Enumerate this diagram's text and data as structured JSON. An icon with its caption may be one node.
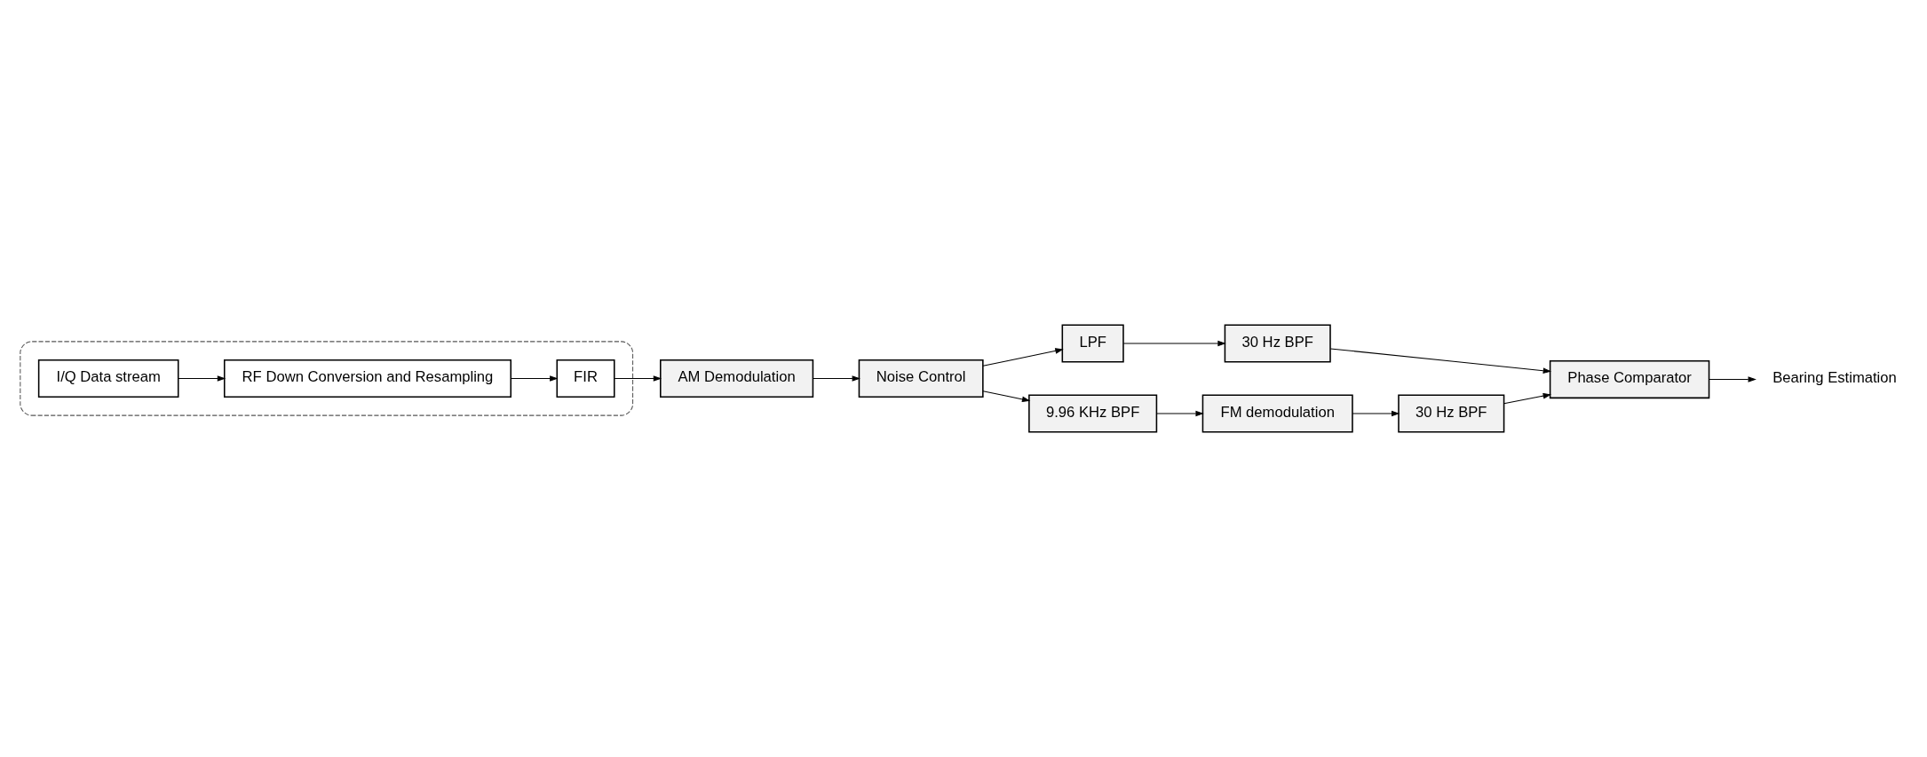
{
  "diagram": {
    "nodes": [
      {
        "text": [],
        "shape": "box"
      },
      {
        "text": [
          "I/Q Data stream"
        ],
        "in": 0
      },
      {
        "text": [
          "RF Down Conversion and Resampling"
        ],
        "in": 0
      },
      {
        "text": [
          "FIR"
        ],
        "in": 0
      },
      {
        "text": [
          "AM Demodulation"
        ]
      },
      {
        "text": [
          "Noise Control"
        ]
      },
      {
        "text": [
          "Bearing Estimation"
        ]
      },
      {
        "text": [
          "30 Hz BPF"
        ]
      },
      {
        "text": [
          "LPF"
        ]
      },
      {
        "text": [
          "Phase Comparator"
        ]
      },
      {
        "text": [
          "30 Hz BPF"
        ]
      },
      {
        "text": [
          "FM demodulation"
        ]
      },
      {
        "text": [
          "9.96 KHz BPF"
        ]
      }
    ],
    "edges": [
      {
        "from": 1,
        "to": 2,
        "arrow": "to"
      },
      {
        "from": 2,
        "to": 3,
        "arrow": "to"
      },
      {
        "from": 3,
        "to": 4,
        "arrow": "to"
      },
      {
        "from": 4,
        "to": 5,
        "arrow": "to"
      },
      {
        "from": 5,
        "to": 8,
        "arrow": "to"
      },
      {
        "from": 5,
        "to": 12,
        "arrow": "to"
      },
      {
        "from": 8,
        "to": 7,
        "arrow": "to"
      },
      {
        "from": 7,
        "to": 9,
        "arrow": "to"
      },
      {
        "from": 12,
        "to": 11,
        "arrow": "to"
      },
      {
        "from": 11,
        "to": 10,
        "arrow": "to"
      },
      {
        "from": 10,
        "to": 9,
        "arrow": "to"
      },
      {
        "from": 9,
        "to": 6,
        "arrow": "to"
      }
    ]
  }
}
